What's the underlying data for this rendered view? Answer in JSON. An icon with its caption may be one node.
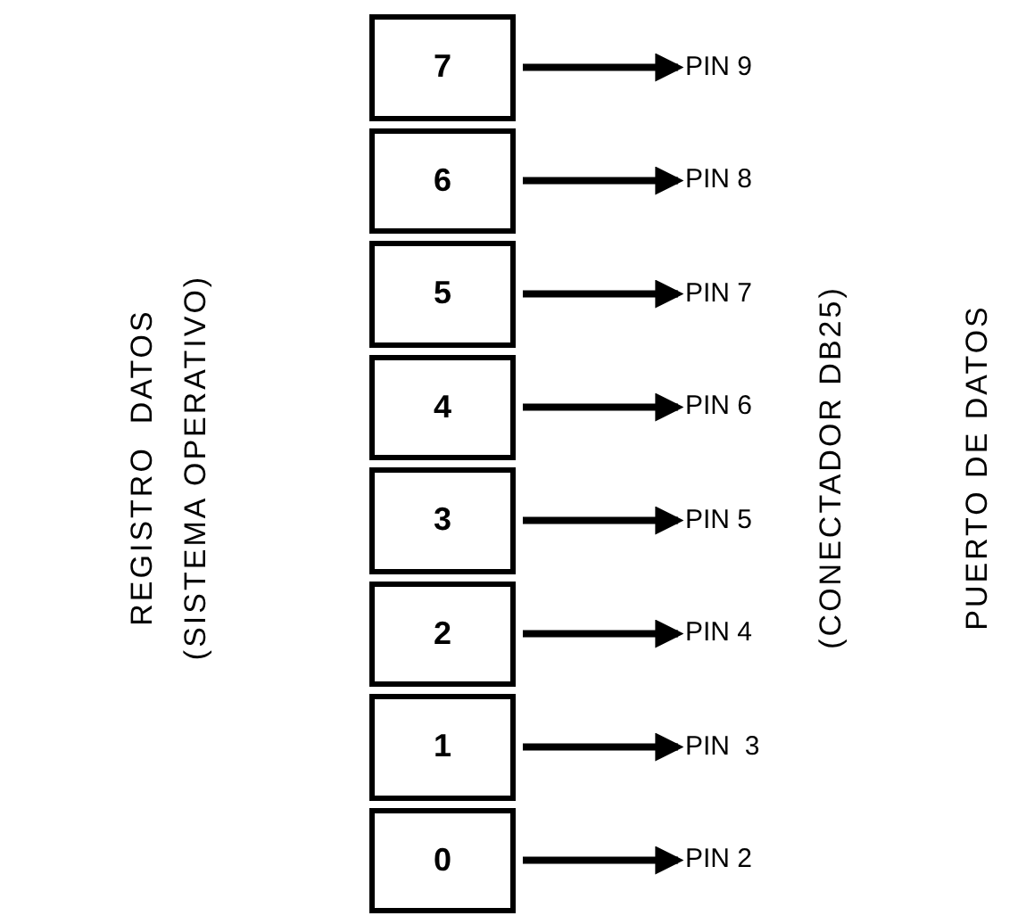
{
  "diagram": {
    "nodes": [
      {
        "text": [
          "7"
        ]
      },
      {
        "text": [
          "6"
        ]
      },
      {
        "text": [
          "5"
        ]
      },
      {
        "text": [
          "4"
        ]
      },
      {
        "text": [
          "3"
        ]
      },
      {
        "text": [
          "2"
        ]
      },
      {
        "text": [
          "1"
        ]
      },
      {
        "text": [
          "0"
        ]
      },
      {
        "text": [
          "PIN 9"
        ]
      },
      {
        "text": [
          "PIN 8"
        ]
      },
      {
        "text": [
          "PIN 7"
        ]
      },
      {
        "text": [
          "PIN 6"
        ]
      },
      {
        "text": [
          "PIN 5"
        ]
      },
      {
        "text": [
          "PIN 4"
        ]
      },
      {
        "text": [
          "PIN  3"
        ]
      },
      {
        "text": [
          "PIN 2"
        ]
      }
    ],
    "edges": [
      {
        "from": 0,
        "to": 8,
        "arrow": "to"
      },
      {
        "from": 1,
        "to": 9,
        "arrow": "to"
      },
      {
        "from": 2,
        "to": 10,
        "arrow": "to"
      },
      {
        "from": 3,
        "to": 11,
        "arrow": "to"
      },
      {
        "from": 4,
        "to": 12,
        "arrow": "to"
      },
      {
        "from": 5,
        "to": 13,
        "arrow": "to"
      },
      {
        "from": 6,
        "to": 14,
        "arrow": "to"
      },
      {
        "from": 7,
        "to": 15,
        "arrow": "to"
      }
    ],
    "labels": [
      "REGISTRO  DATOS",
      "(SISTEMA OPERATIVO)",
      "(CONECTADOR DB25)",
      "PUERTO DE DATOS"
    ]
  }
}
